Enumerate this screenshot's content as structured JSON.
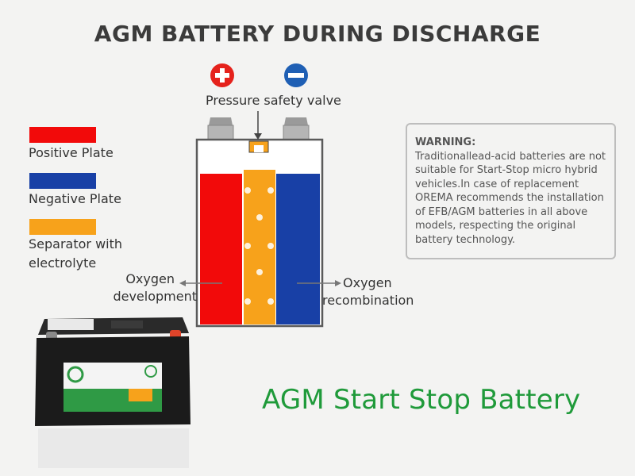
{
  "title": "AGM BATTERY DURING DISCHARGE",
  "valve_label": "Pressure safety valve",
  "legend": [
    {
      "label": "Positive Plate",
      "color": "#f20a0a"
    },
    {
      "label": "Negative Plate",
      "color": "#1840a6"
    },
    {
      "label": "Separator with electrolyte",
      "color": "#f7a21b"
    }
  ],
  "oxygen_development": {
    "line1": "Oxygen",
    "line2": "development"
  },
  "oxygen_recombination": {
    "line1": "Oxygen",
    "line2": "recombination"
  },
  "warning": {
    "title": "WARNING:",
    "body": "Traditionallead-acid batteries are not suitable for Start-Stop micro hybrid vehicles.In case of replacement OREMA recommends the installation of EFB/AGM batteries in all above models, respecting the original battery technology."
  },
  "product_label": "AGM Start Stop Battery",
  "colors": {
    "positive": "#f20a0a",
    "negative": "#1840a6",
    "separator": "#f7a21b",
    "brand_green": "#1f9a3a",
    "plus_icon": "#e5221c",
    "minus_icon": "#1f5fb4"
  }
}
